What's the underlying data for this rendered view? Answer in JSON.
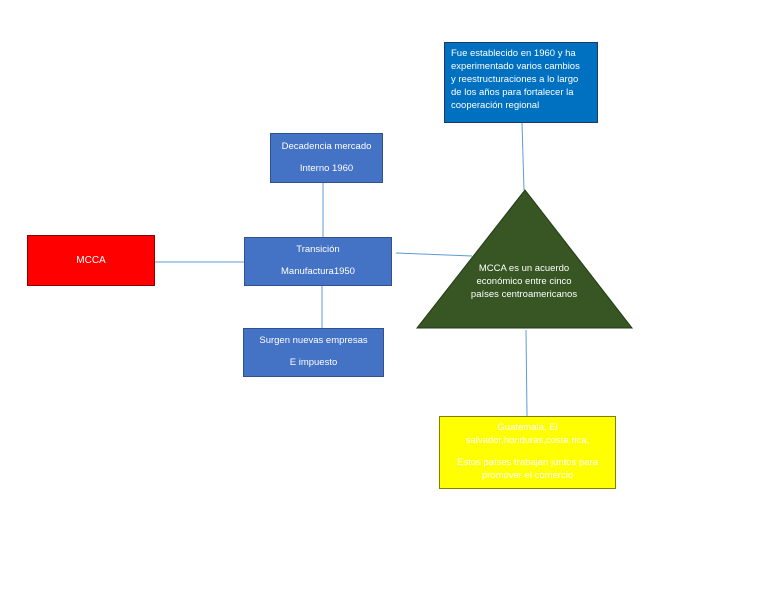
{
  "nodes": {
    "mcca": {
      "lines": [
        "MCCA"
      ]
    },
    "decadencia": {
      "lines": [
        "Decadencia mercado",
        "Interno 1960"
      ]
    },
    "transicion": {
      "lines": [
        "Transición",
        "Manufactura1950"
      ]
    },
    "surgen": {
      "lines": [
        "Surgen nuevas empresas",
        "E impuesto"
      ]
    },
    "fue": {
      "lines": [
        "Fue establecido en 1960 y ha",
        "experimentado varios cambios",
        "y reestructuraciones a lo largo",
        "de los años para fortalecer la",
        "cooperación regional"
      ]
    },
    "triangulo": {
      "lines": [
        "MCCA es un acuerdo",
        "económico entre",
        "cinco países",
        "centroamericanos"
      ]
    },
    "paises": {
      "lines": [
        "Guatemala, El",
        "salvador,honduras,costa rica,",
        "Estos países trabajan juntos para",
        "promover el comercio"
      ]
    }
  },
  "colors": {
    "mcca": "#ff0000",
    "blue_box": "#4472c4",
    "fue_box": "#0070c0",
    "triangle": "#375623",
    "yellow_box": "#ffff00",
    "connector": "#5b9bd5"
  }
}
